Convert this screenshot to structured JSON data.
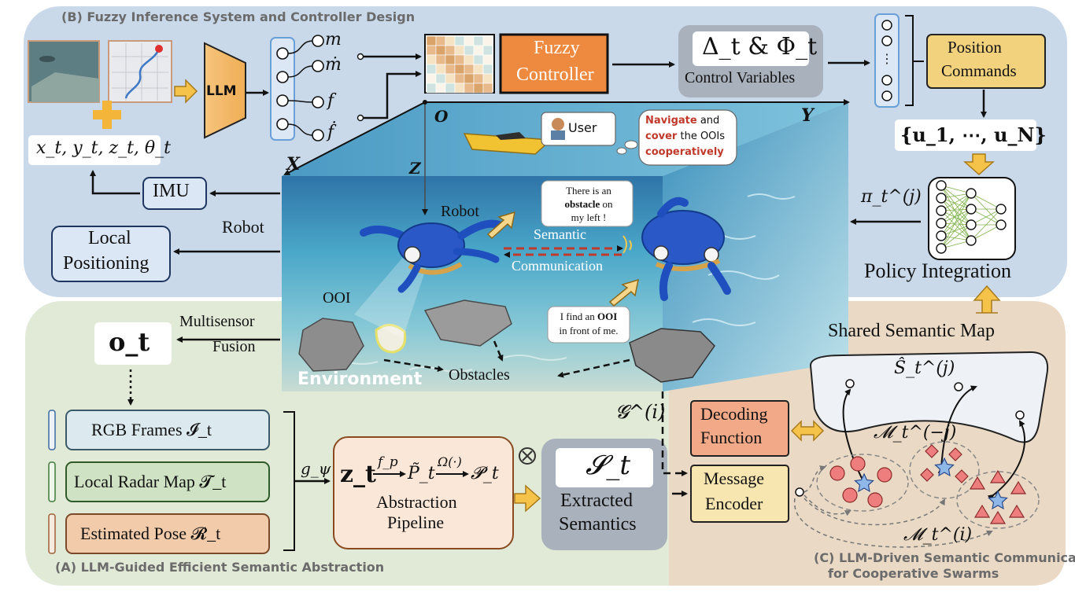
{
  "sections": {
    "b_title": "(B) Fuzzy Inference System and Controller Design",
    "a_title": "(A) LLM-Guided Efficient Semantic Abstraction",
    "c_title_1": "(C) LLM-Driven Semantic Communication",
    "c_title_2": "for Cooperative Swarms"
  },
  "fis": {
    "llm": "LLM",
    "state": "x_t, y_t, z_t, θ_t",
    "out_m": "m",
    "out_mdot": "ṁ",
    "out_f": "f",
    "out_fdot": "ḟ",
    "fuzzy_1": "Fuzzy",
    "fuzzy_2": "Controller",
    "ctrl_sym": "Δ_t & Φ_t",
    "ctrl_label": "Control Variables",
    "pos_1": "Position",
    "pos_2": "Commands",
    "u_set": "{u_1, ⋯, u_N}",
    "pi": "π_t^(j)",
    "policy": "Policy Integration",
    "imu": "IMU",
    "local_1": "Local",
    "local_2": "Positioning",
    "robot": "Robot"
  },
  "env": {
    "axis_o": "O",
    "axis_x": "X",
    "axis_y": "Y",
    "axis_z": "Z",
    "user": "User",
    "bubble_navigate": "Navigate",
    "bubble_and": "and",
    "bubble_cover": "cover",
    "bubble_rest": "the OOIs",
    "bubble_coop": "cooperatively",
    "robot": "Robot",
    "sem_1": "Semantic",
    "sem_2": "Communication",
    "obs_1": "There is an",
    "obs_2": "obstacle",
    "obs_3": "on",
    "obs_4": "my left !",
    "ooi_1": "I find an",
    "ooi_2": "OOI",
    "ooi_3": "in front of me.",
    "ooi": "OOI",
    "obstacles": "Obstacles",
    "environment": "Environment"
  },
  "abstraction": {
    "multisensor_1": "Multisensor",
    "multisensor_2": "Fusion",
    "obs_vec": "o_t",
    "rgb": "RGB Frames 𝓘_t",
    "radar": "Local Radar Map 𝓣_t",
    "pose": "Estimated Pose 𝓡_t",
    "g_psi": "g_ψ",
    "z_t": "z_t",
    "f_p": "f_p",
    "p_tilde": "P̃_t",
    "omega": "Ω(·)",
    "p_t": "𝓟_t",
    "pipeline_1": "Abstraction",
    "pipeline_2": "Pipeline",
    "s_t": "𝓢_t",
    "extracted_1": "Extracted",
    "extracted_2": "Semantics"
  },
  "comm": {
    "g_i": "𝓖^(i)",
    "decode_1": "Decoding",
    "decode_2": "Function",
    "encoder_1": "Message",
    "encoder_2": "Encoder",
    "shared": "Shared Semantic Map",
    "s_hat": "Ŝ_t^(j)",
    "m_minus_j": "𝓜_t^(−j)",
    "m_i": "𝓜_t^(i)"
  },
  "colors": {
    "panel_b": "#c9d9ea",
    "panel_a": "#e1ead7",
    "panel_c": "#ead9c4",
    "accent_orange": "#f2a33a",
    "box_blue": "#dbe7f5",
    "fuzzy_orange": "#ee8a3f"
  }
}
